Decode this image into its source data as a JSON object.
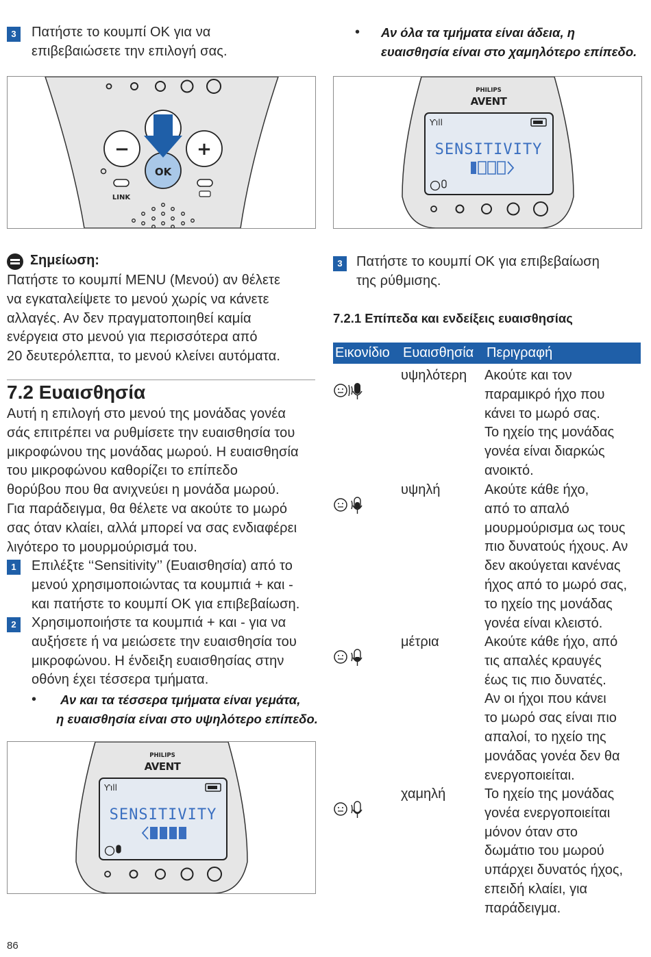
{
  "left_top": {
    "step_number": "3",
    "step_text_line1": "Πατήστε το κουμπί OK για να",
    "step_text_line2": "επιβεβαιώσετε την επιλογή σας."
  },
  "right_top": {
    "bullet": "•",
    "bullet_line1": "Αν όλα τα τμήματα είναι άδεια, η",
    "bullet_line2": "ευαισθησία είναι στο χαμηλότερο επίπεδο."
  },
  "device_buttons": {
    "minus": "−",
    "plus": "+",
    "ok": "OK",
    "link": "LINK"
  },
  "display": {
    "brand_top": "PHILIPS",
    "brand_bottom": "AVENT",
    "lcd_text": "SENSITIVITY"
  },
  "note": {
    "title": "Σημείωση:",
    "lines": [
      "Πατήστε το κουμπί MENU (Μενού) αν θέλετε",
      "να εγκαταλείψετε το μενού χωρίς να κάνετε",
      "αλλαγές. Αν δεν πραγματοποιηθεί καμία",
      "ενέργεια στο μενού για περισσότερα από",
      "20 δευτερόλεπτα, το μενού κλείνει αυτόματα."
    ]
  },
  "section": {
    "title": "7.2 Ευαισθησία",
    "intro_lines": [
      "Αυτή η επιλογή στο μενού της μονάδας γονέα",
      "σάς επιτρέπει να ρυθμίσετε την ευαισθησία του",
      "μικροφώνου της μονάδας μωρού. Η ευαισθησία",
      "του μικροφώνου καθορίζει το επίπεδο",
      "θορύβου που θα ανιχνεύει η μονάδα μωρού.",
      "Για παράδειγμα, θα θέλετε να ακούτε το μωρό",
      "σας όταν κλαίει, αλλά μπορεί να σας ενδιαφέρει",
      "λιγότερο το μουρμούρισμά του."
    ],
    "step1_number": "1",
    "step1_lines": [
      "Επιλέξτε ‘‘Sensitivity’’ (Ευαισθησία) από το",
      "μενού χρησιμοποιώντας τα κουμπιά + και -",
      "και πατήστε το κουμπί OK για επιβεβαίωση."
    ],
    "step2_number": "2",
    "step2_lines": [
      "Χρησιμοποιήστε τα κουμπιά + και - για να",
      "αυξήσετε ή να μειώσετε την ευαισθησία του",
      "μικροφώνου. Η ένδειξη ευαισθησίας στην",
      "οθόνη έχει τέσσερα τμήματα."
    ],
    "bullet": "•",
    "bullet_line1": "Αν και τα τέσσερα τμήματα είναι γεμάτα,",
    "bullet_line2": "η ευαισθησία είναι στο υψηλότερο επίπεδο."
  },
  "right_step3": {
    "number": "3",
    "line1": "Πατήστε το κουμπί OK για επιβεβαίωση",
    "line2": "της ρύθμισης."
  },
  "subsection": {
    "title": "7.2.1 Επίπεδα και ενδείξεις ευαισθησίας"
  },
  "table": {
    "headers": [
      "Εικονίδιο",
      "Ευαισθησία",
      "Περιγραφή"
    ],
    "rows": [
      {
        "icon": "sensitivity-highest-icon",
        "level": "υψηλότερη",
        "lines": [
          "Ακούτε και τον",
          "παραμικρό ήχο που",
          "κάνει το μωρό σας.",
          "Το ηχείο της μονάδας",
          "γονέα είναι διαρκώς",
          "ανοικτό."
        ]
      },
      {
        "icon": "sensitivity-high-icon",
        "level": "υψηλή",
        "lines": [
          "Ακούτε κάθε ήχο,",
          "από το απαλό",
          "μουρμούρισμα ως τους",
          "πιο δυνατούς ήχους. Αν",
          "δεν ακούγεται κανένας",
          "ήχος από το μωρό σας,",
          "το ηχείο της μονάδας",
          "γονέα είναι κλειστό."
        ]
      },
      {
        "icon": "sensitivity-medium-icon",
        "level": "μέτρια",
        "lines": [
          "Ακούτε κάθε ήχο, από",
          "τις απαλές κραυγές",
          "έως τις πιο δυνατές.",
          "Αν οι ήχοι που κάνει",
          "το μωρό σας είναι πιο",
          "απαλοί, το ηχείο της",
          "μονάδας γονέα δεν θα",
          "ενεργοποιείται."
        ]
      },
      {
        "icon": "sensitivity-low-icon",
        "level": "χαμηλή",
        "lines": [
          "Το ηχείο της μονάδας",
          "γονέα ενεργοποιείται",
          "μόνον όταν στο",
          "δωμάτιο του μωρού",
          "υπάρχει δυνατός ήχος,",
          "επειδή κλαίει, για",
          "παράδειγμα."
        ]
      }
    ]
  },
  "page_number": "86",
  "colors": {
    "accent_blue": "#1f5fa8",
    "lcd_blue": "#3a6fc0",
    "lcd_bg": "#e4eaf2"
  }
}
